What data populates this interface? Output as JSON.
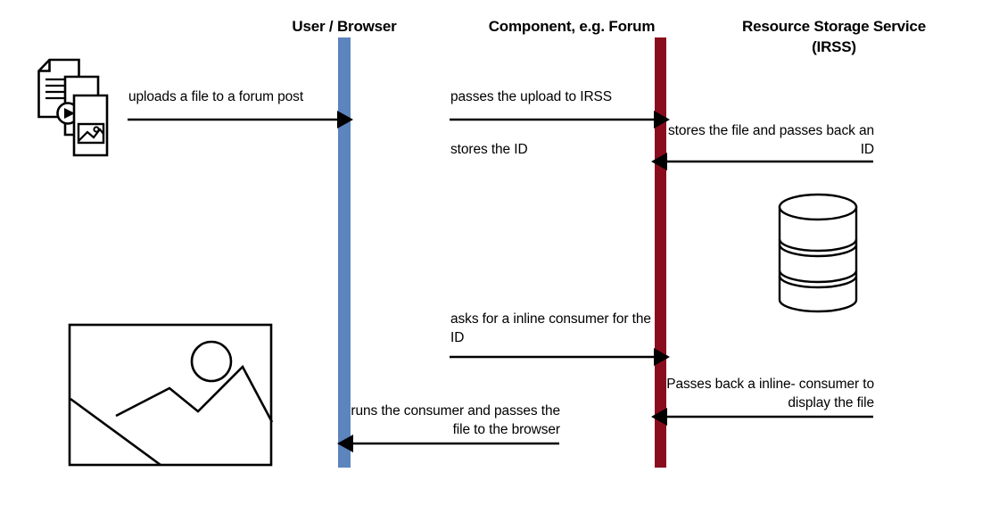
{
  "diagram": {
    "type": "sequence-diagram",
    "title": "Resource Storage Service upload and display flow",
    "background_color": "#ffffff",
    "colors": {
      "user_lifeline": "#5c84bd",
      "service_lifeline": "#8a0d1e",
      "line": "#000000",
      "text": "#000000"
    }
  },
  "actors": [
    {
      "id": "user",
      "title": "User / Browser",
      "lifeline_color": "#5c84bd"
    },
    {
      "id": "component",
      "title": "Component, e.g. Forum",
      "lifeline_color": "#8a0d1e"
    },
    {
      "id": "irss",
      "title": "Resource Storage Service\n(IRSS)",
      "lifeline_color": "#8a0d1e"
    }
  ],
  "messages": [
    {
      "id": "upload-file",
      "text": "uploads a file to a forum post",
      "from": "user",
      "to": "component",
      "direction": "right",
      "align": "left"
    },
    {
      "id": "pass-upload",
      "text": "passes the upload to IRSS",
      "from": "component",
      "to": "irss",
      "direction": "right",
      "align": "left"
    },
    {
      "id": "stores-file-passes-id",
      "text": "stores the file and passes\nback an ID",
      "from": "irss",
      "to": "component",
      "direction": "left",
      "align": "right"
    },
    {
      "id": "stores-the-id",
      "text": "stores the ID",
      "from": "component",
      "to": "component",
      "direction": "left",
      "align": "left"
    },
    {
      "id": "asks-inline-consumer",
      "text": "asks for a inline consumer\nfor the ID",
      "from": "component",
      "to": "irss",
      "direction": "right",
      "align": "left"
    },
    {
      "id": "passes-back-consumer",
      "text": "Passes back a inline-\nconsumer to display the file",
      "from": "irss",
      "to": "component",
      "direction": "left",
      "align": "right"
    },
    {
      "id": "runs-consumer",
      "text": "runs the consumer and passes\nthe file to the browser",
      "from": "component",
      "to": "user",
      "direction": "left",
      "align": "right"
    }
  ],
  "icons": [
    {
      "id": "file-stack",
      "name": "file-stack-icon",
      "description": "three stacked document pages: text document, video document, image document"
    },
    {
      "id": "database",
      "name": "database-cylinder-icon",
      "description": "three tier database cylinder"
    },
    {
      "id": "picture",
      "name": "picture-placeholder-icon",
      "description": "framed landscape picture with sun and mountains"
    }
  ]
}
